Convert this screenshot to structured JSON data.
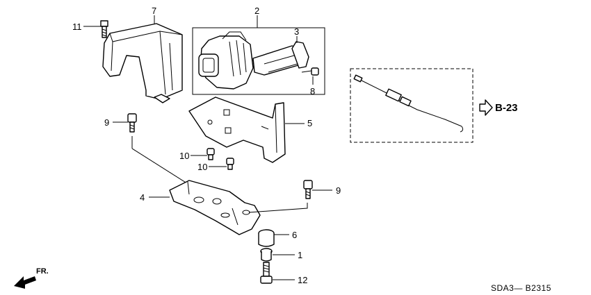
{
  "callouts": [
    {
      "id": "p1",
      "label": "1"
    },
    {
      "id": "p2",
      "label": "2"
    },
    {
      "id": "p3",
      "label": "3"
    },
    {
      "id": "p4",
      "label": "4"
    },
    {
      "id": "p5",
      "label": "5"
    },
    {
      "id": "p6",
      "label": "6"
    },
    {
      "id": "p7",
      "label": "7"
    },
    {
      "id": "p8",
      "label": "8"
    },
    {
      "id": "p9a",
      "label": "9"
    },
    {
      "id": "p9b",
      "label": "9"
    },
    {
      "id": "p10a",
      "label": "10"
    },
    {
      "id": "p10b",
      "label": "10"
    },
    {
      "id": "p11",
      "label": "11"
    },
    {
      "id": "p12",
      "label": "12"
    }
  ],
  "reference": {
    "label": "B-23"
  },
  "front_indicator": {
    "label": "FR."
  },
  "diagram_code": "SDA3— B2315"
}
